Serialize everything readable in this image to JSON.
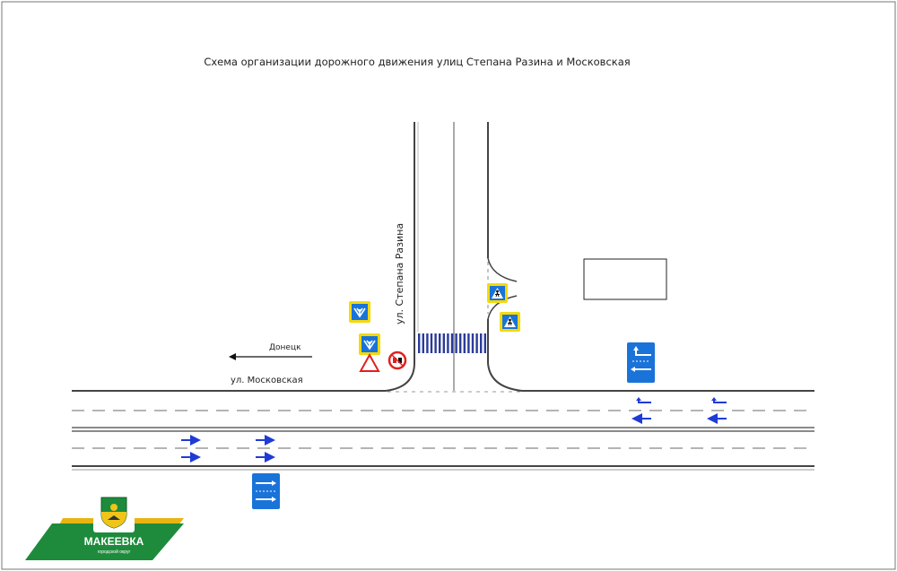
{
  "title": "Схема организации дорожного движения улиц Степана Разина и Московская",
  "streets": {
    "vertical": "ул. Степана Разина",
    "horizontal": "ул. Московская"
  },
  "direction": {
    "label": "Донецк"
  },
  "logo": {
    "name": "МАКЕЕВКА",
    "subtitle": "городской округ",
    "colors": {
      "green": "#1e8b3c",
      "gold": "#f0c419"
    }
  },
  "signs": [
    {
      "type": "main-road",
      "icon": "main-road-sign-icon"
    },
    {
      "type": "main-road",
      "icon": "main-road-sign-icon"
    },
    {
      "type": "give-way",
      "icon": "give-way-triangle-icon"
    },
    {
      "type": "no-overtaking",
      "icon": "no-overtaking-sign-icon"
    },
    {
      "type": "pedestrian-crossing",
      "icon": "pedestrian-crossing-sign-icon"
    },
    {
      "type": "pedestrian-crossing",
      "icon": "pedestrian-crossing-sign-icon"
    },
    {
      "type": "lane-directions",
      "icon": "lane-direction-sign-icon"
    },
    {
      "type": "lane-directions",
      "icon": "lane-direction-sign-icon"
    }
  ],
  "colors": {
    "sign_blue": "#1a73d9",
    "sign_yellow": "#f5d90a",
    "arrow_blue": "#1f3bd6",
    "crosswalk": "#2a3a9a",
    "give_way_red": "#e02020"
  }
}
